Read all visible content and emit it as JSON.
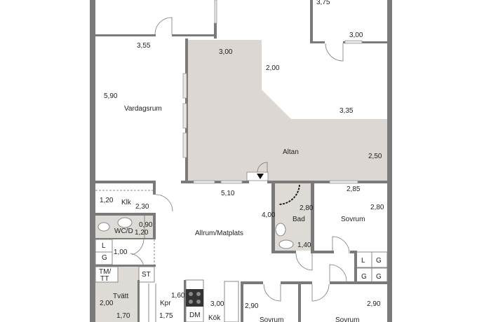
{
  "plan": {
    "rooms": {
      "vardagsrum": "Vardagsrum",
      "altan": "Altan",
      "klk": "Klk",
      "wcd": "WC/D",
      "allrum": "Allrum/Matplats",
      "bad": "Bad",
      "sovrum1": "Sovrum",
      "sovrum2": "Sovrum",
      "sovrum3": "Sovrum",
      "tvatt": "Tvätt",
      "kpr": "Kpr",
      "kok": "Kök"
    },
    "fixtures": {
      "l1": "L",
      "g1": "G",
      "tmtt_1": "TM/",
      "tmtt_2": "TT",
      "st": "ST",
      "dm": "DM",
      "l2": "L",
      "g2": "G",
      "g3": "G",
      "g4": "G"
    },
    "dimensions": {
      "d_375": "3,75",
      "d_300a": "3,00",
      "d_355": "3,55",
      "d_300b": "3,00",
      "d_200": "2,00",
      "d_590": "5,90",
      "d_335": "3,35",
      "d_250": "2,50",
      "d_510": "5,10",
      "d_285": "2,85",
      "d_120a": "1,20",
      "d_230": "2,30",
      "d_090": "0,90",
      "d_120b": "1,20",
      "d_400": "4,00",
      "d_280a": "2,80",
      "d_280b": "2,80",
      "d_100": "1,00",
      "d_140": "1,40",
      "d_160": "1,60",
      "d_300c": "3,00",
      "d_290a": "2,90",
      "d_290b": "2,90",
      "d_200b": "2,00",
      "d_170": "1,70",
      "d_175": "1,75"
    },
    "colors": {
      "wall": "#7a7a7a",
      "wet_room": "#dedad6",
      "altan": "#dcd7d3"
    }
  }
}
